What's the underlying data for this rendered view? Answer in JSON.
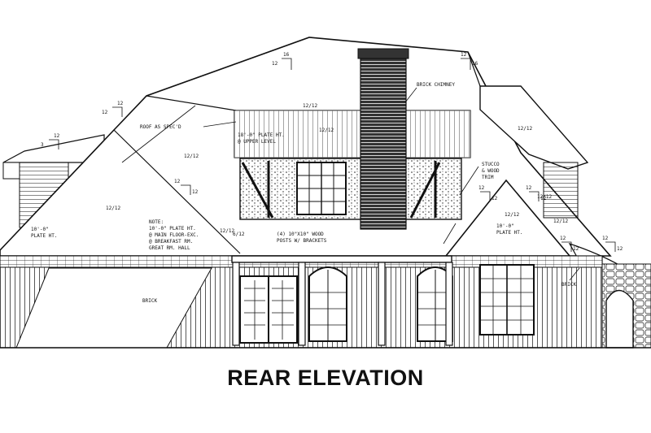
{
  "caption": "REAR ELEVATION",
  "colors": {
    "ink": "#111111",
    "paper": "#ffffff"
  },
  "notes": {
    "brick_chimney": "BRICK CHIMNEY",
    "roof_spec": "ROOF AS SPEC'D",
    "plate_upper": "18'-0\" PLATE HT.",
    "upper_level": "@ UPPER LEVEL",
    "plate_left_1": "10'-0\"",
    "plate_left_2": "PLATE HT.",
    "note_title": "NOTE:",
    "note_1": "10'-0\" PLATE HT.",
    "note_2": "@ MAIN FLOOR-EXC.",
    "note_3": "@ BREAKFAST RM.",
    "note_4": "GREAT RM. HALL",
    "posts_1": "(4) 10\"X10\" WOOD",
    "posts_2": "POSTS W/ BRACKETS",
    "stucco_1": "STUCCO",
    "stucco_2": "& WOOD",
    "stucco_3": "TRIM",
    "plate_right_1": "10'-0\"",
    "plate_right_2": "PLATE HT.",
    "brick": "BRICK",
    "brick_right": "BRICK"
  },
  "pitches": {
    "p_top_left": "12/12",
    "p_top_center": "12/12",
    "p_center": "12/12",
    "p_right_upper": "12/12",
    "p_left_main": "12/12",
    "p_left_mid": "12/12",
    "p_right_gable": "12/12",
    "p_right_lower": "12/12",
    "p_far_right": "12/12",
    "p_note_side": "6/12"
  },
  "slope_marks": {
    "m1_run": "16",
    "m1_rise": "12",
    "m2_run": "12",
    "m2_rise": "16",
    "m3_run": "12",
    "m3_rise": "12",
    "m4_run": "12",
    "m4_rise": "3",
    "m5_run": "12",
    "m5_rise": "12",
    "m6_run": "12",
    "m6_rise": "12",
    "m7_run": "12",
    "m7_rise": "12",
    "m8_run": "12",
    "m8_rise": "12",
    "m9_run": "12",
    "m9_rise": "12"
  }
}
